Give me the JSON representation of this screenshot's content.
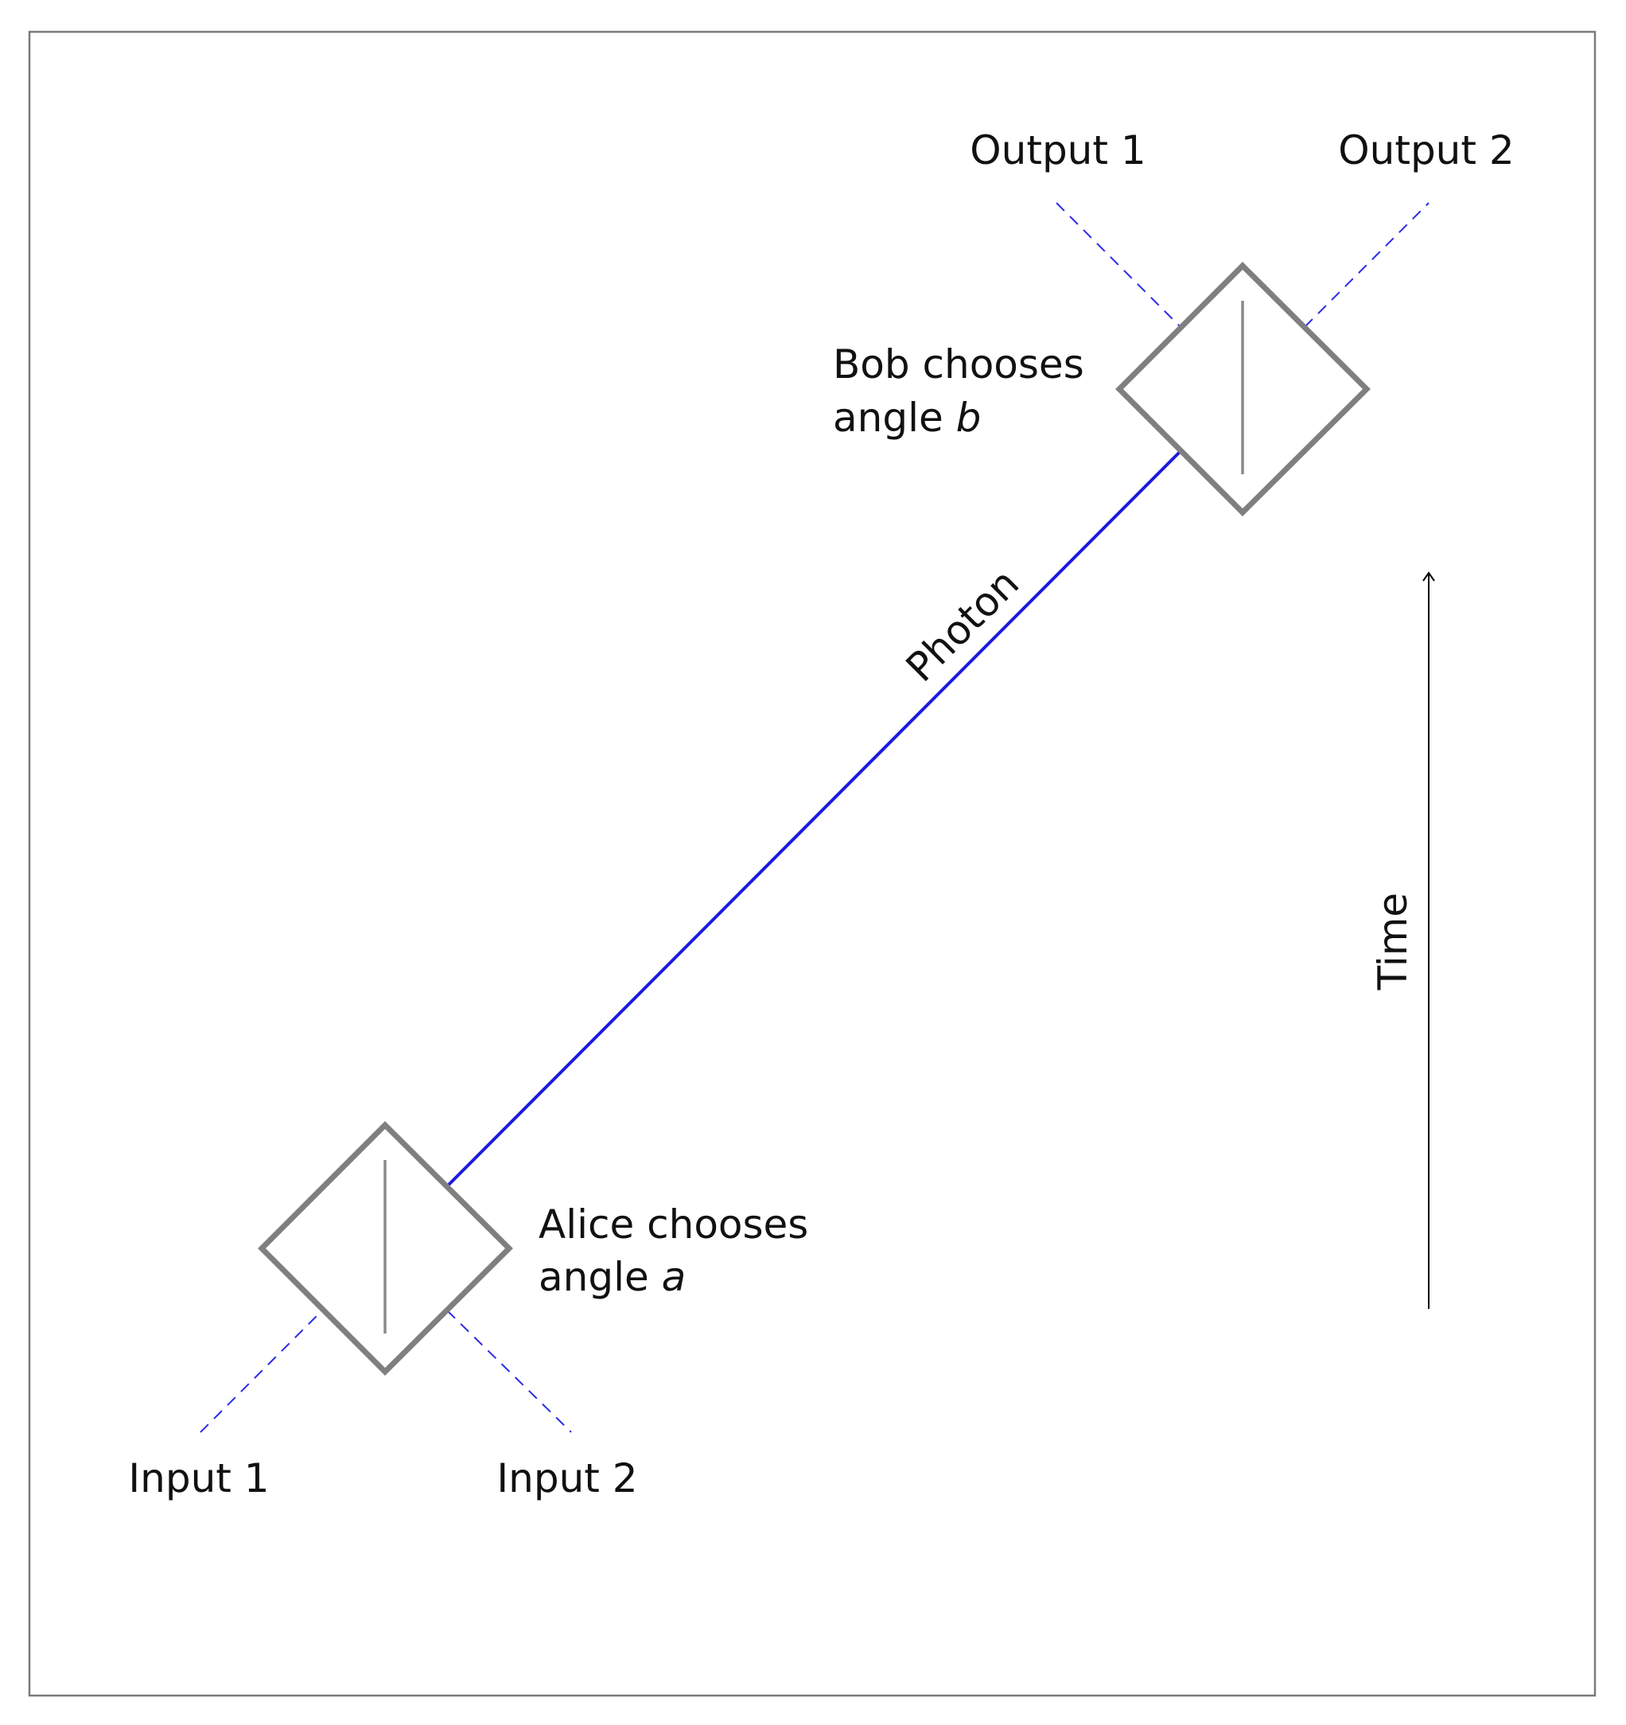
{
  "labels": {
    "output_1": "Output 1",
    "output_2": "Output 2",
    "input_1": "Input 1",
    "input_2": "Input 2",
    "photon": "Photon",
    "time": "Time",
    "bob_line1": "Bob chooses",
    "bob_line2_text": "angle ",
    "bob_line2_var": "b",
    "alice_line1": "Alice chooses",
    "alice_line2_text": "angle ",
    "alice_line2_var": "a"
  },
  "colors": {
    "beam": "#1a1ae0",
    "beam_splitter": "#7f7f7f",
    "frame": "#7a7a7a",
    "text": "#111111"
  }
}
